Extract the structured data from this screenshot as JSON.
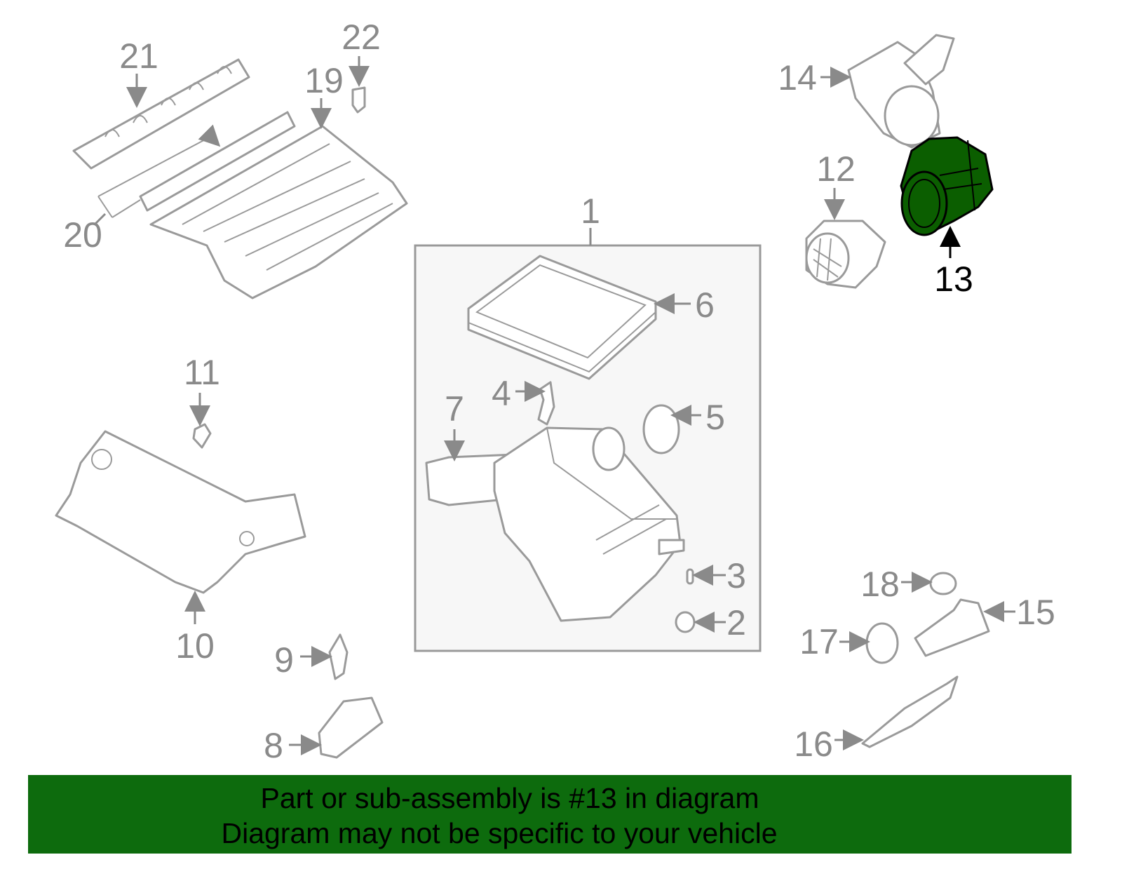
{
  "diagram": {
    "callouts": [
      "1",
      "2",
      "3",
      "4",
      "5",
      "6",
      "7",
      "8",
      "9",
      "10",
      "11",
      "12",
      "13",
      "14",
      "15",
      "16",
      "17",
      "18",
      "19",
      "20",
      "21",
      "22"
    ],
    "highlighted_part": "13",
    "highlight_color": "#0b5e00"
  },
  "banner": {
    "line1": "Part or sub-assembly is #13 in diagram",
    "line2": "Diagram may not be specific to your vehicle",
    "color": "#0d6b0d"
  }
}
